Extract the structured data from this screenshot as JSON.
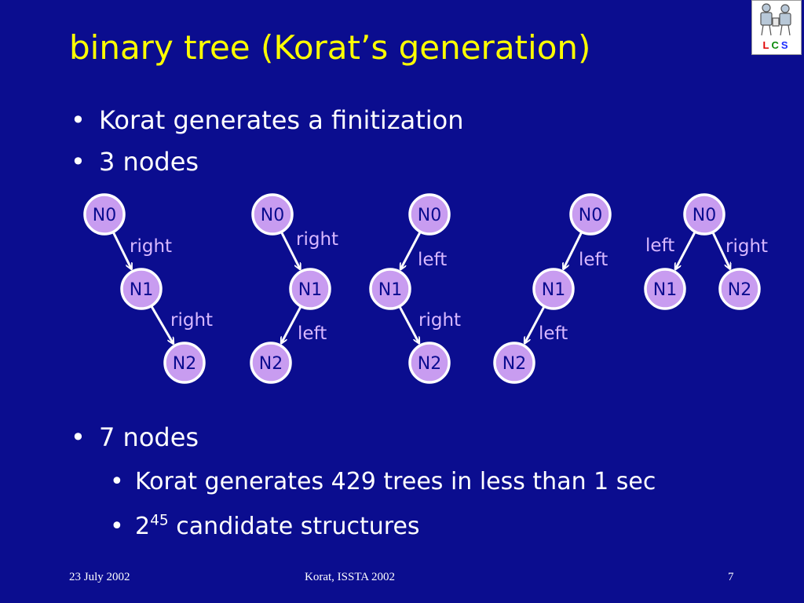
{
  "slide": {
    "title": "binary tree (Korat’s generation)",
    "bullets": [
      {
        "text": "Korat generates a finitization"
      },
      {
        "text": "3 nodes"
      },
      {
        "text": "7 nodes"
      }
    ],
    "sub_bullets": [
      {
        "text": "Korat generates 429 trees in less than 1 sec"
      },
      {
        "base": "2",
        "exponent": "45",
        "rest": " candidate structures"
      }
    ],
    "bullet_symbol": "•"
  },
  "logo": {
    "letters": [
      "L",
      "C",
      "S"
    ],
    "colors": [
      "#e00000",
      "#0a8a0a",
      "#1a2cff"
    ]
  },
  "diagram": {
    "node_fill": "#c89cf0",
    "edge_color": "#ffffff",
    "label_color": "#d8b8ff",
    "trees": [
      {
        "nodes": [
          "N0",
          "N1",
          "N2"
        ],
        "edges": [
          {
            "from": "N0",
            "to": "N1",
            "label": "right"
          },
          {
            "from": "N1",
            "to": "N2",
            "label": "right"
          }
        ]
      },
      {
        "nodes": [
          "N0",
          "N1",
          "N2"
        ],
        "edges": [
          {
            "from": "N0",
            "to": "N1",
            "label": "right"
          },
          {
            "from": "N1",
            "to": "N2",
            "label": "left"
          }
        ]
      },
      {
        "nodes": [
          "N0",
          "N1",
          "N2"
        ],
        "edges": [
          {
            "from": "N0",
            "to": "N1",
            "label": "left"
          },
          {
            "from": "N1",
            "to": "N2",
            "label": "right"
          }
        ]
      },
      {
        "nodes": [
          "N0",
          "N1",
          "N2"
        ],
        "edges": [
          {
            "from": "N0",
            "to": "N1",
            "label": "left"
          },
          {
            "from": "N1",
            "to": "N2",
            "label": "left"
          }
        ]
      },
      {
        "nodes": [
          "N0",
          "N1",
          "N2"
        ],
        "edges": [
          {
            "from": "N0",
            "to": "N1",
            "label": "left"
          },
          {
            "from": "N0",
            "to": "N2",
            "label": "right"
          }
        ]
      }
    ]
  },
  "footer": {
    "date": "23 July 2002",
    "center": "Korat, ISSTA 2002",
    "page": "7"
  }
}
